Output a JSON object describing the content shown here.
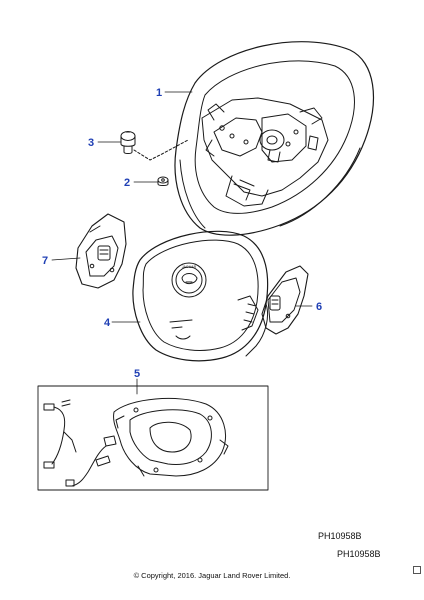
{
  "callouts": {
    "c1": "1",
    "c2": "2",
    "c3": "3",
    "c4": "4",
    "c5": "5",
    "c6": "6",
    "c7": "7"
  },
  "emblem_text": "JAGUAR",
  "footer": {
    "ref_upper": "PH10958B",
    "ref_lower": "PH10958B",
    "copyright": "© Copyright, 2016. Jaguar Land Rover Limited."
  },
  "colors": {
    "callout": "#1f3fb4",
    "line": "#1a1a1a"
  }
}
